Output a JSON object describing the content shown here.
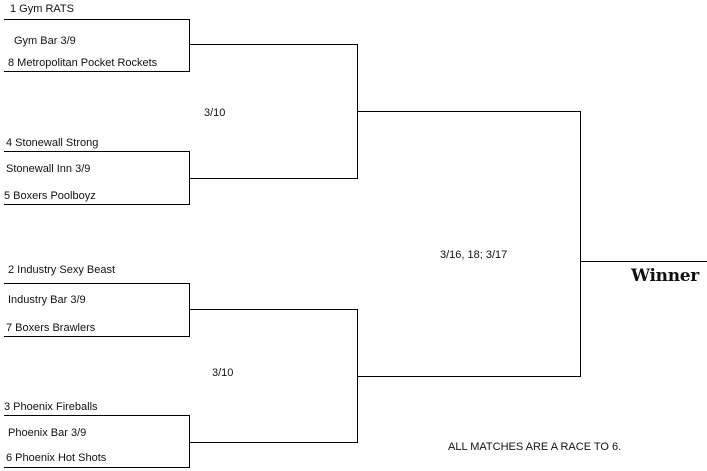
{
  "round1": [
    {
      "team_a": "1 Gym RATS",
      "venue": "Gym Bar 3/9",
      "team_b": "8 Metropolitan Pocket Rockets"
    },
    {
      "team_a": "4 Stonewall Strong",
      "venue": "Stonewall Inn 3/9",
      "team_b": "5 Boxers Poolboyz"
    },
    {
      "team_a": "2 Industry Sexy Beast",
      "venue": "Industry Bar 3/9",
      "team_b": "7 Boxers Brawlers"
    },
    {
      "team_a": "3 Phoenix Fireballs",
      "venue": "Phoenix Bar 3/9",
      "team_b": "6 Phoenix Hot Shots"
    }
  ],
  "round2": [
    {
      "date": "3/10"
    },
    {
      "date": "3/10"
    }
  ],
  "final": {
    "date": "3/16, 18; 3/17"
  },
  "winner_label": "Winner",
  "footer_note": "ALL MATCHES ARE A RACE TO 6."
}
